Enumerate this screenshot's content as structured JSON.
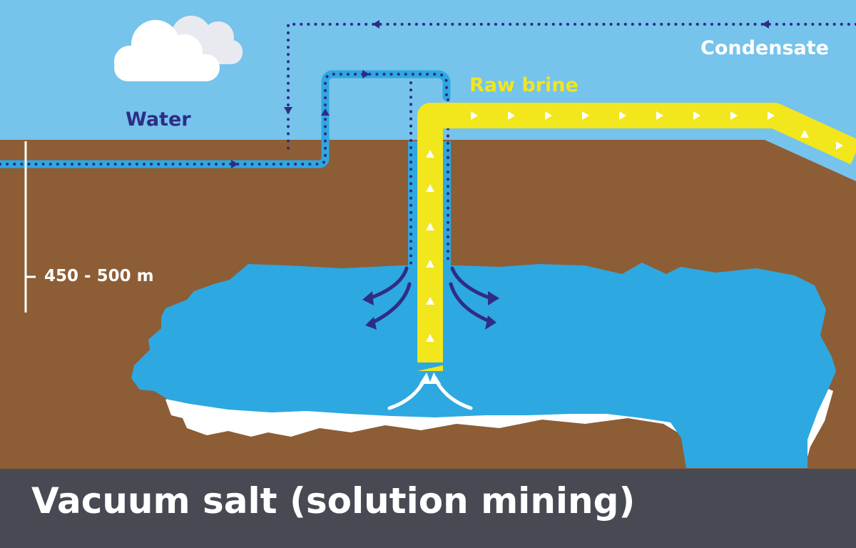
{
  "title": "Vacuum salt (solution mining)",
  "labels": {
    "water": "Water",
    "raw_brine": "Raw brine",
    "condensate": "Condensate",
    "depth": "450 - 500 m"
  },
  "colors": {
    "sky": "#76c3ec",
    "earth": "#8d5d36",
    "cavern": "#2ea8e0",
    "salt": "#ffffff",
    "brine": "#f2e61c",
    "water_flow": "#2e2d85",
    "footer": "#474a53"
  },
  "icons": [
    "cloud-icon",
    "flow-arrow-icon",
    "triangle-marker-icon"
  ]
}
